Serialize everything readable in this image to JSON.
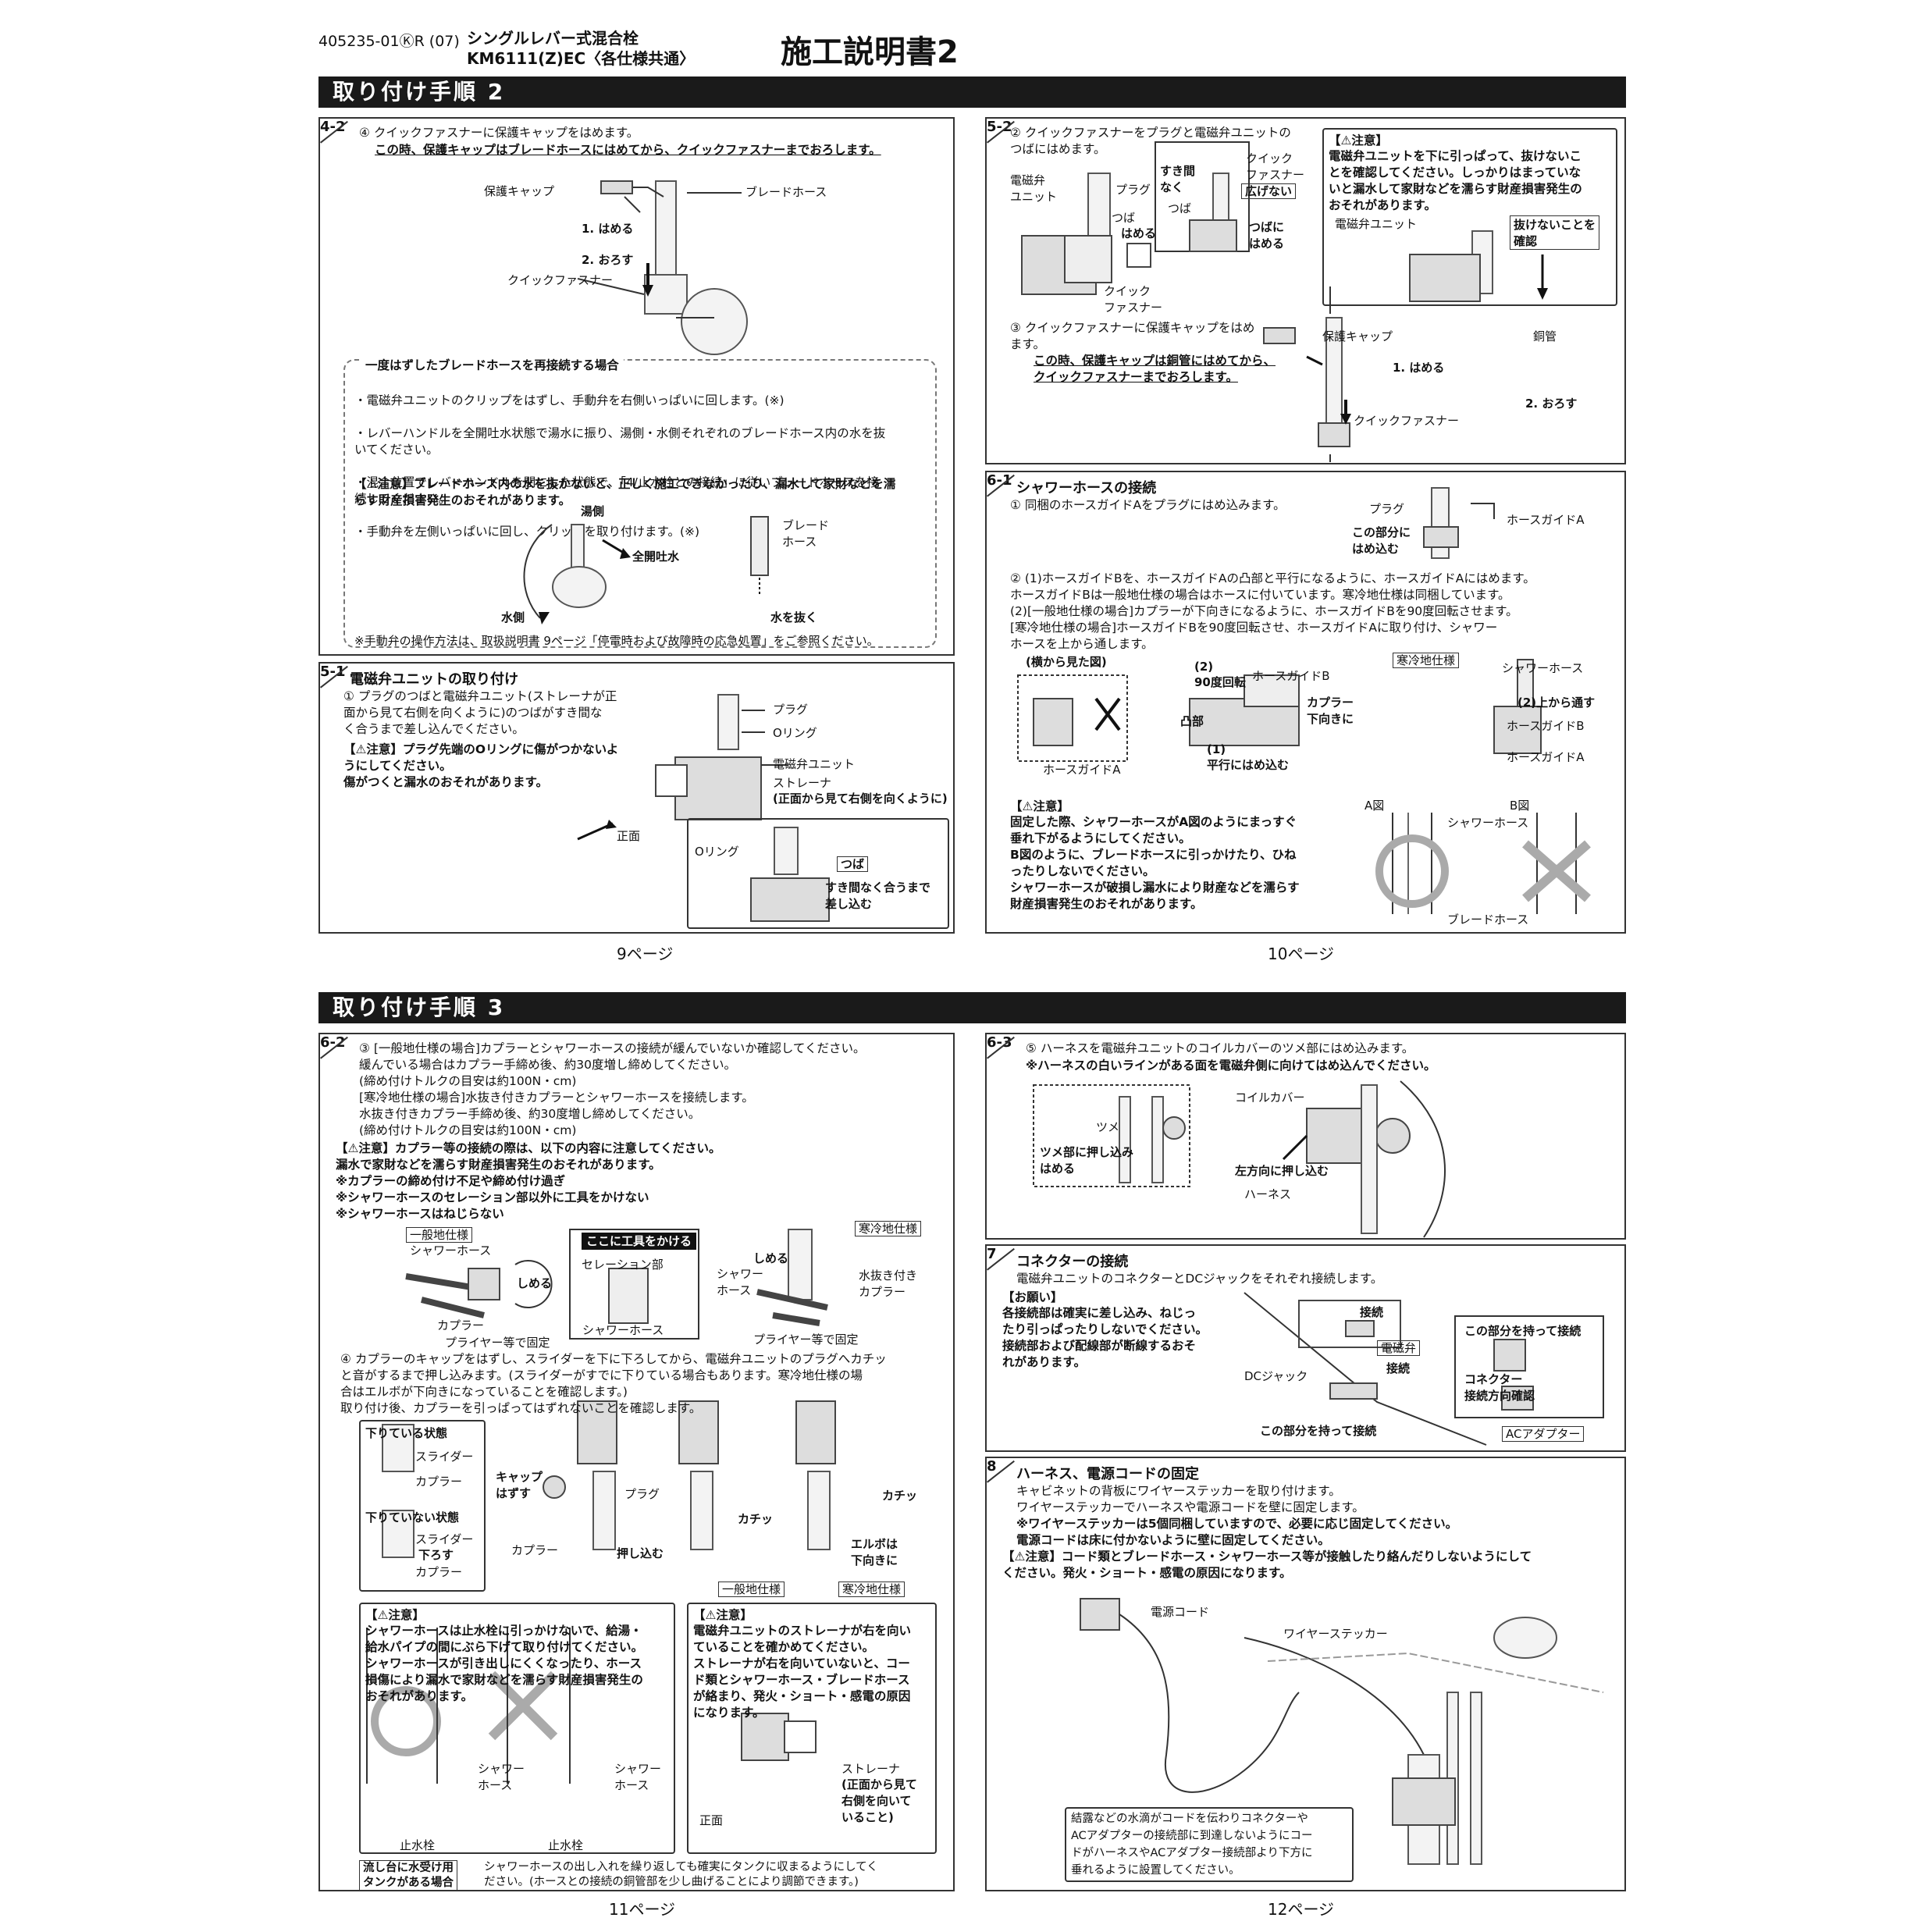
{
  "header": {
    "code": "405235-01ⓀR (07)",
    "product_line1": "シングルレバー式混合栓",
    "product_line2": "KM6111(Z)EC〈各仕様共通〉",
    "title": "施工説明書2"
  },
  "section2": {
    "title": "取り付け手順 2"
  },
  "section3": {
    "title": "取り付け手順 3"
  },
  "step4_2": {
    "tag": "4-2",
    "text1": "④ クイックファスナーに保護キャップをはめます。",
    "text2": "この時、保護キャップはブレードホースにはめてから、クイックファスナーまでおろします。",
    "labels": {
      "cap": "保護キャップ",
      "braid": "ブレードホース",
      "fit": "1. はめる",
      "lower": "2. おろす",
      "qf": "クイックファスナー"
    },
    "reconnect": {
      "title": "一度はずしたブレードホースを再接続する場合",
      "lines": [
        "・電磁弁ユニットのクリップをはずし、手動弁を右側いっぱいに回します。(※)",
        "・レバーハンドルを全開吐水状態で湯水に振り、湯側・水側それぞれのブレードホース内の水を抜\n  いてください。",
        "・混合位置でレバーハンドルを閉にした状態で、「4/止水栓との接続」に従いブレードホースを接\n  続してください。",
        "・手動弁を左側いっぱいに回し、クリップを取り付けます。(※)"
      ],
      "caution": "【⚠注意】ブレードホース内の水を抜かないと、正しく施工できなかったり、漏水して家財などを濡\n      らす財産損害発生のおそれがあります。",
      "hot": "湯側",
      "full": "全開吐水",
      "cold": "水側",
      "braid": "ブレード\nホース",
      "drain": "水を抜く",
      "note": "※手動弁の操作方法は、取扱説明書 9ページ「停電時および故障時の応急処置」をご参照ください。"
    }
  },
  "step5_1": {
    "tag": "5-1",
    "title": "電磁弁ユニットの取り付け",
    "text": "① プラグのつばと電磁弁ユニット(ストレーナが正\n   面から見て右側を向くように)のつばがすき間な\n   く合うまで差し込んでください。",
    "caution": "【⚠注意】プラグ先端のOリングに傷がつかないよ\n            うにしてください。\n            傷がつくと漏水のおそれがあります。",
    "labels": {
      "plug": "プラグ",
      "oring": "Oリング",
      "unit": "電磁弁ユニット",
      "strainer": "ストレーナ",
      "strainer_note": "(正面から見て右側を向くように)",
      "front": "正面",
      "oring2": "Oリング",
      "flange": "つば",
      "insert": "すき間なく合うまで\n差し込む"
    }
  },
  "step5_2": {
    "tag": "5-2",
    "text1": "② クイックファスナーをプラグと電磁弁ユニットの\n   つばにはめます。",
    "labels": {
      "unit": "電磁弁\nユニット",
      "plug": "プラグ",
      "flange": "つば",
      "fit": "はめる",
      "qf": "クイック\nファスナー",
      "nogap": "すき間\nなく",
      "qf2": "クイック\nファスナー",
      "nowide": "広げない",
      "flange2": "つば",
      "fitflange": "つばに\nはめる"
    },
    "caution_title": "【⚠注意】",
    "caution": "電磁弁ユニットを下に引っぱって、抜けないこ\nとを確認してください。しっかりはまっていな\nいと漏水して家財などを濡らす財産損害発生の\nおそれがあります。",
    "caution_unit": "電磁弁ユニット",
    "caution_check": "抜けないことを\n確認",
    "text3a": "③ クイックファスナーに保護キャップをはめ\n   ます。",
    "text3b": "この時、保護キャップは銅管にはめてから、\nクイックファスナーまでおろします。",
    "labels3": {
      "cap": "保護キャップ",
      "copper": "銅管",
      "fit": "1. はめる",
      "lower": "2. おろす",
      "qf": "クイックファスナー"
    }
  },
  "step6_1": {
    "tag": "6-1",
    "title": "シャワーホースの接続",
    "text1": "① 同梱のホースガイドAをプラグにはめ込みます。",
    "labels1": {
      "plug": "プラグ",
      "guideA": "ホースガイドA",
      "here": "この部分に\nはめ込む"
    },
    "text2": "② (1)ホースガイドBを、ホースガイドAの凸部と平行になるように、ホースガイドAにはめます。\n         ホースガイドBは一般地仕様の場合はホースに付いています。寒冷地仕様は同梱しています。\n    (2)[一般地仕様の場合]カプラーが下向きになるように、ホースガイドBを90度回転させます。\n         [寒冷地仕様の場合]ホースガイドBを90度回転させ、ホースガイドAに取り付け、シャワー\n                                     ホースを上から通します。",
    "labels2": {
      "side": "(横から見た図)",
      "rot": "(2)\n90度回転",
      "guideB": "ホースガイドB",
      "convex": "凸部",
      "coupler": "カプラー\n下向きに",
      "par": "(1)\n平行にはめ込む",
      "guideA": "ホースガイドA",
      "cold": "寒冷地仕様",
      "shower": "シャワーホース",
      "through": "(2)上から通す",
      "guideB2": "ホースガイドB",
      "guideA2": "ホースガイドA"
    },
    "caution_title": "【⚠注意】",
    "caution": "固定した際、シャワーホースがA図のようにまっすぐ\n垂れ下がるようにしてください。\nB図のように、ブレードホースに引っかけたり、ひね\nったりしないでください。\nシャワーホースが破損し漏水により財産などを濡らす\n財産損害発生のおそれがあります。",
    "figA": "A図",
    "figB": "B図",
    "shower": "シャワーホース",
    "braid": "ブレードホース"
  },
  "page9": "9ページ",
  "page10": "10ページ",
  "page11": "11ページ",
  "page12": "12ページ",
  "step6_2": {
    "tag": "6-2",
    "text1": "③ [一般地仕様の場合]カプラーとシャワーホースの接続が緩んでいないか確認してください。\n                                緩んでいる場合はカプラー手締め後、約30度増し締めしてください。\n                                (締め付けトルクの目安は約100N・cm)\n    [寒冷地仕様の場合]水抜き付きカプラーとシャワーホースを接続します。\n                                水抜き付きカプラー手締め後、約30度増し締めしてください。\n                                (締め付けトルクの目安は約100N・cm)",
    "caution": "【⚠注意】カプラー等の接続の際は、以下の内容に注意してください。\n            漏水で家財などを濡らす財産損害発生のおそれがあります。\n            ※カプラーの締め付け不足や締め付け過ぎ\n            ※シャワーホースのセレーション部以外に工具をかけない\n            ※シャワーホースはねじらない",
    "labels": {
      "general": "一般地仕様",
      "shower": "シャワーホース",
      "tighten": "しめる",
      "coupler": "カプラー",
      "plier": "プライヤー等で固定",
      "tool": "ここに工具をかける",
      "serration": "セレーション部",
      "shower2": "シャワーホース",
      "cold": "寒冷地仕様",
      "tighten2": "しめる",
      "shower3": "シャワー\nホース",
      "drain": "水抜き付き\nカプラー",
      "plier2": "プライヤー等で固定"
    },
    "text4": "④ カプラーのキャップをはずし、スライダーを下に下ろしてから、電磁弁ユニットのプラグへカチッ\n   と音がするまで押し込みます。(スライダーがすでに下りている場合もあります。寒冷地仕様の場\n   合はエルボが下向きになっていることを確認します。)\n   取り付け後、カプラーを引っぱってはずれないことを確認します。",
    "labels4": {
      "down": "下りている状態",
      "slider": "スライダー",
      "coupler": "カプラー",
      "notdown": "下りていない状態",
      "slider2": "スライダー",
      "lower": "下ろす",
      "coupler2": "カプラー",
      "cap": "キャップ\nはずす",
      "plug": "プラグ",
      "coupler3": "カプラー",
      "push": "押し込む",
      "click": "カチッ",
      "click2": "カチッ",
      "elbow": "エルボは\n下向きに",
      "general": "一般地仕様",
      "cold": "寒冷地仕様"
    },
    "caution2_title": "【⚠注意】",
    "caution2": "シャワーホースは止水栓に引っかけないで、給湯・\n給水パイプの間にぶら下げて取り付けてください。\nシャワーホースが引き出しにくくなったり、ホース\n損傷により漏水で家財などを濡らす財産損害発生の\nおそれがあります。",
    "shower_a": "シャワー\nホース",
    "shower_b": "シャワー\nホース",
    "stop": "止水栓",
    "stop2": "止水栓",
    "caution3_title": "【⚠注意】",
    "caution3": "電磁弁ユニットのストレーナが右を向い\nていることを確かめてください。\nストレーナが右を向いていないと、コー\nド類とシャワーホース・ブレードホース\nが絡まり、発火・ショート・感電の原因\nになります。",
    "strainer": "ストレーナ",
    "strainer_note": "(正面から見て\n右側を向いて\nいること)",
    "front": "正面",
    "tank_label": "流し台に水受け用\nタンクがある場合",
    "tank_text": "シャワーホースの出し入れを繰り返しても確実にタンクに収まるようにしてく\nださい。(ホースとの接続の銅管部を少し曲げることにより調節できます。)"
  },
  "step6_3": {
    "tag": "6-3",
    "text1": "⑤ ハーネスを電磁弁ユニットのコイルカバーのツメ部にはめ込みます。",
    "text2": "※ハーネスの白いラインがある面を電磁弁側に向けてはめ込んでください。",
    "labels": {
      "claw": "ツメ",
      "push": "ツメ部に押し込み\nはめる",
      "coil": "コイルカバー",
      "left": "左方向に押し込む",
      "harness": "ハーネス"
    }
  },
  "step7": {
    "tag": "7",
    "title": "コネクターの接続",
    "text": "電磁弁ユニットのコネクターとDCジャックをそれぞれ接続します。",
    "request_title": "【お願い】",
    "request": "各接続部は確実に差し込み、ねじっ\nたり引っぱったりしないでください。\n接続部および配線部が断線するおそ\nれがあります。",
    "labels": {
      "conn": "接続",
      "valve": "電磁弁",
      "conn2": "接続",
      "dc": "DCジャック",
      "hold": "この部分を持って接続",
      "hold2": "この部分を持って接続",
      "dir": "コネクター\n接続方向確認",
      "ac": "ACアダプター"
    }
  },
  "step8": {
    "tag": "8",
    "title": "ハーネス、電源コードの固定",
    "text": "キャビネットの背板にワイヤーステッカーを取り付けます。\nワイヤーステッカーでハーネスや電源コードを壁に固定します。",
    "note": "※ワイヤーステッカーは5個同梱していますので、必要に応じ固定してください。\n  電源コードは床に付かないように壁に固定してください。",
    "caution": "【⚠注意】コード類とブレードホース・シャワーホース等が接触したり絡んだりしないようにして\n            ください。発火・ショート・感電の原因になります。",
    "labels": {
      "power": "電源コード",
      "sticker": "ワイヤーステッカー"
    },
    "bottom_note": "結露などの水滴がコードを伝わりコネクターや\nACアダプターの接続部に到達しないようにコー\nドがハーネスやACアダプター接続部より下方に\n垂れるように設置してください。"
  }
}
